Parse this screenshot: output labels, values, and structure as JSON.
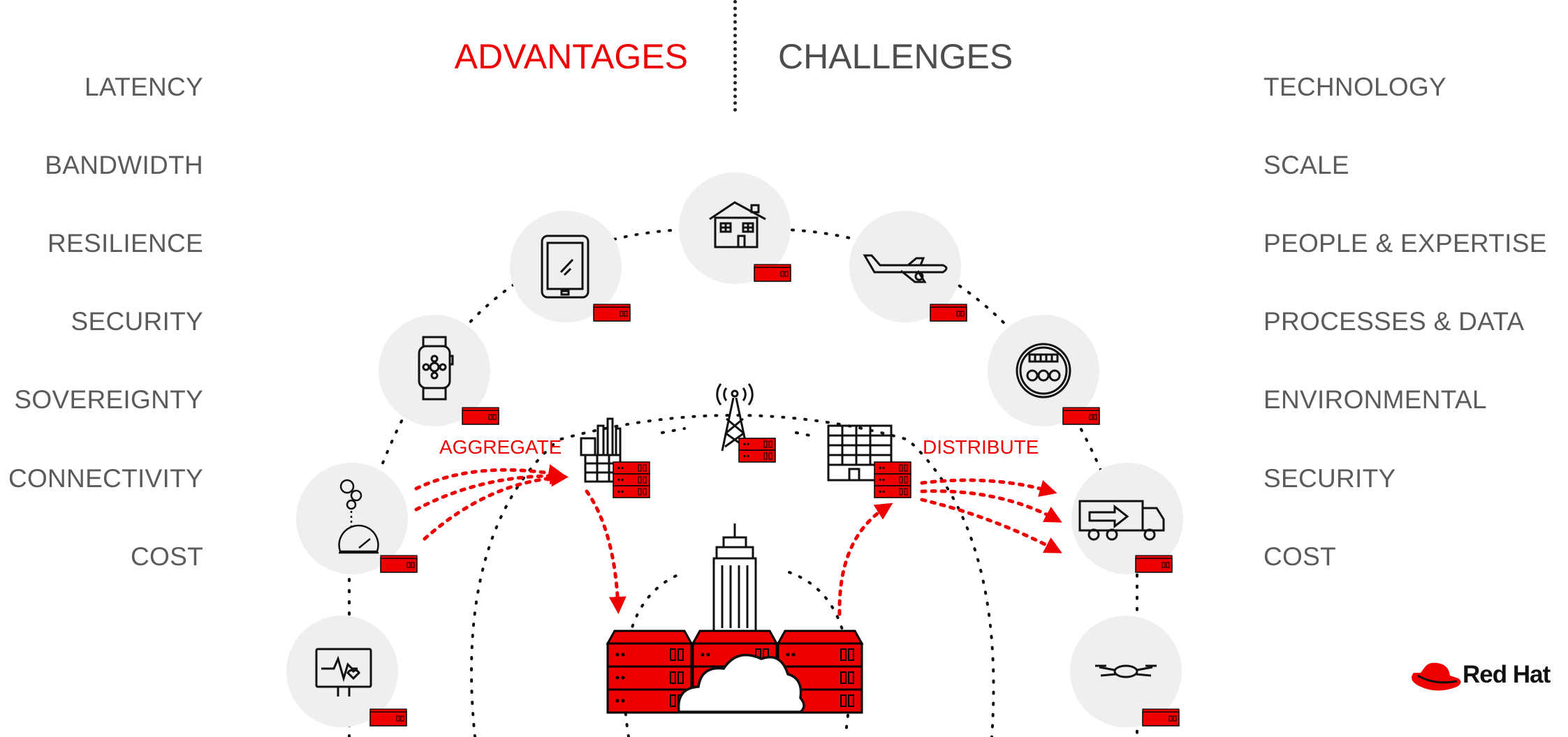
{
  "advantages": {
    "heading": "ADVANTAGES",
    "items": [
      "LATENCY",
      "BANDWIDTH",
      "RESILIENCE",
      "SECURITY",
      "SOVEREIGNTY",
      "CONNECTIVITY",
      "COST"
    ]
  },
  "challenges": {
    "heading": "CHALLENGES",
    "items": [
      "TECHNOLOGY",
      "SCALE",
      "PEOPLE & EXPERTISE",
      "PROCESSES & DATA",
      "ENVIRONMENTAL",
      "SECURITY",
      "COST"
    ]
  },
  "diagram": {
    "aggregate_label": "AGGREGATE",
    "distribute_label": "DISTRIBUTE",
    "device_icons": [
      "monitor-icon",
      "gauge-icon",
      "smartwatch-icon",
      "tablet-icon",
      "house-icon",
      "airplane-icon",
      "meter-icon",
      "truck-icon",
      "drone-icon"
    ],
    "hub_icons": [
      "factory-icon",
      "cell-tower-icon",
      "office-building-icon"
    ],
    "core_icons": [
      "skyscraper-icon",
      "datacenter-icon",
      "cloud-icon"
    ]
  },
  "brand": {
    "name": "Red Hat"
  },
  "colors": {
    "accent": "#ee0000",
    "text": "#5b5b5b",
    "circle": "#efefef"
  }
}
